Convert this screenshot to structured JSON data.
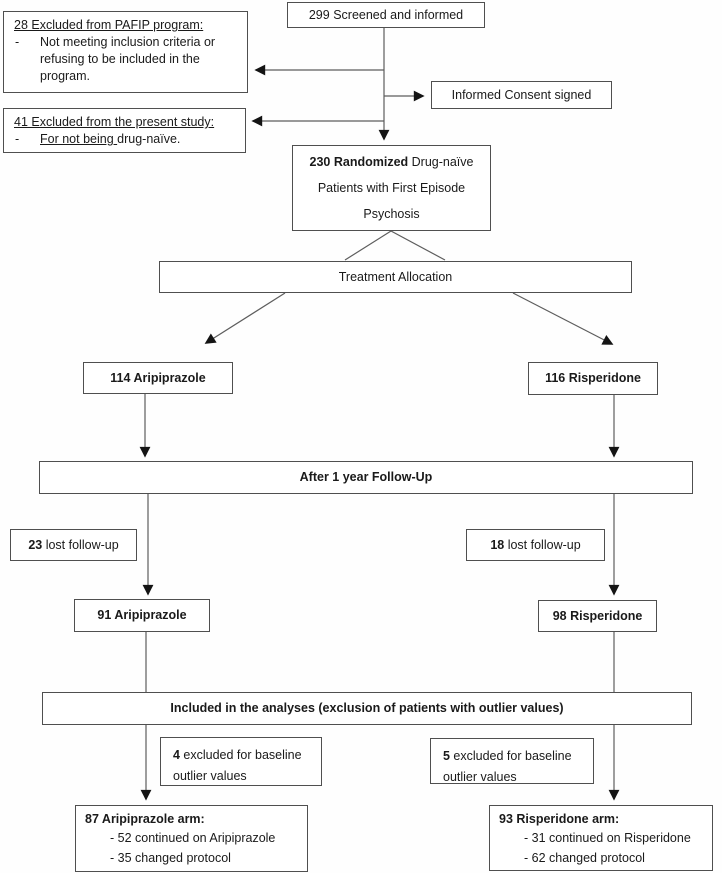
{
  "colors": {
    "background": "#fefefe",
    "box_border": "#4f4f4f",
    "connector_line": "#5d5d5d",
    "arrowhead": "#141414",
    "text": "#1a1a1a"
  },
  "flowchart": {
    "screened": {
      "text": "299 Screened and informed"
    },
    "excluded_pafip": {
      "title": "28 Excluded from PAFIP program:",
      "dash": "-",
      "bullet": "Not meeting inclusion criteria or refusing to be included in the program."
    },
    "consent": {
      "text": "Informed Consent signed"
    },
    "excluded_study": {
      "title": "41 Excluded from the present study:",
      "dash": "-",
      "bullet_underlined": "For not being ",
      "bullet_rest": "drug-naïve."
    },
    "randomized": {
      "line1_bold": "230 Randomized",
      "line1_rest": " Drug-naïve",
      "line2": "Patients with First Episode",
      "line3": "Psychosis"
    },
    "allocation": {
      "text": "Treatment Allocation"
    },
    "arm_aripiprazole": {
      "text": "114 Aripiprazole"
    },
    "arm_risperidone": {
      "text": "116 Risperidone"
    },
    "followup": {
      "text": "After 1 year Follow-Up"
    },
    "lost_left": {
      "num": "23",
      "rest": " lost follow-up"
    },
    "lost_right": {
      "num": "18",
      "rest": " lost follow-up"
    },
    "arip_91": {
      "text": "91 Aripiprazole"
    },
    "risp_98": {
      "text": "98 Risperidone"
    },
    "analyses": {
      "text": "Included in the analyses (exclusion of patients with outlier values)"
    },
    "excl_baseline_left": {
      "num": "4",
      "line1": " excluded for baseline",
      "line2": "outlier values"
    },
    "excl_baseline_right": {
      "num": "5",
      "line1": " excluded for baseline",
      "line2": "outlier values"
    },
    "final_arip": {
      "title": "87 Aripiprazole arm:",
      "item1": "- 52 continued on Aripiprazole",
      "item2": "- 35 changed protocol"
    },
    "final_risp": {
      "title": "93 Risperidone arm:",
      "item1": "- 31 continued on Risperidone",
      "item2": "- 62 changed protocol"
    }
  }
}
